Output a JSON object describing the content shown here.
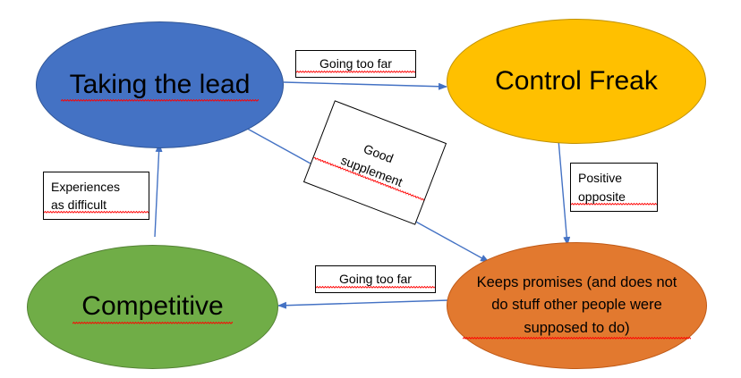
{
  "diagram": {
    "title": "Taking the lead / Control Freak relationship map",
    "background": "#FFFFFF",
    "arrow_color": "#4472C4",
    "nodes": [
      {
        "id": "taking-the-lead",
        "label": "Taking the lead",
        "fill": "#4472C4",
        "stroke": "#2F5597",
        "shape": "ellipse",
        "misspelled": true
      },
      {
        "id": "control-freak",
        "label": "Control Freak",
        "fill": "#FFC000",
        "stroke": "#BF9000",
        "shape": "ellipse",
        "misspelled": false
      },
      {
        "id": "competitive",
        "label": "Competitive",
        "fill": "#70AD47",
        "stroke": "#548235",
        "shape": "ellipse",
        "misspelled": true
      },
      {
        "id": "keeps-promises",
        "label": "Keeps promises (and does not\ndo stuff other people were\nsupposed to do)",
        "fill": "#E2792F",
        "stroke": "#C05A17",
        "shape": "ellipse",
        "misspelled": true
      }
    ],
    "edge_labels": [
      {
        "id": "going-too-far-top",
        "text": "Going too far",
        "rotation": 0
      },
      {
        "id": "good-supplement",
        "text": "Good\nsupplement",
        "rotation": 21
      },
      {
        "id": "positive-opposite",
        "text": "Positive\nopposite",
        "rotation": 0
      },
      {
        "id": "experiences-as-difficult",
        "text": "Experiences\nas difficult",
        "rotation": 0
      },
      {
        "id": "going-too-far-bottom",
        "text": "Going too far",
        "rotation": 0
      }
    ],
    "edges": [
      {
        "id": "lead-to-freak",
        "from": "taking-the-lead",
        "to": "control-freak",
        "label": "Going too far"
      },
      {
        "id": "lead-to-keeps",
        "from": "taking-the-lead",
        "to": "keeps-promises",
        "label": "Good supplement"
      },
      {
        "id": "freak-to-keeps",
        "from": "control-freak",
        "to": "keeps-promises",
        "label": "Positive opposite"
      },
      {
        "id": "competitive-to-lead",
        "from": "competitive",
        "to": "taking-the-lead",
        "label": "Experiences as difficult"
      },
      {
        "id": "keeps-to-competitive",
        "from": "keeps-promises",
        "to": "competitive",
        "label": "Going too far"
      }
    ]
  }
}
